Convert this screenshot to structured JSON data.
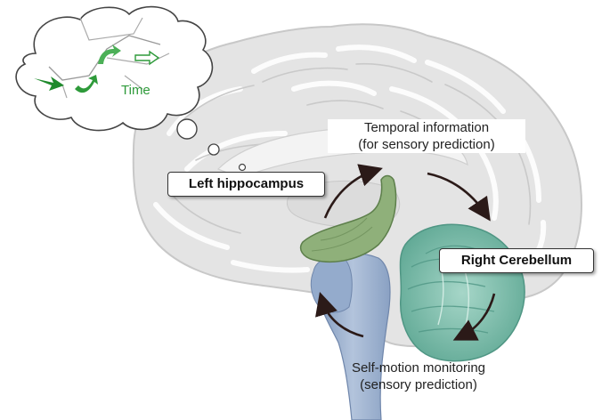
{
  "thought_bubble": {
    "label": "Time"
  },
  "labels": {
    "hippocampus": "Left hippocampus",
    "cerebellum": "Right Cerebellum"
  },
  "annotations": {
    "temporal": {
      "line1": "Temporal information",
      "line2": "(for sensory prediction)"
    },
    "selfmotion": {
      "line1": "Self-motion monitoring",
      "line2": "(sensory prediction)"
    }
  },
  "colors": {
    "brain": "#e4e4e4",
    "brain_outline": "#c8c8c8",
    "hippocampus": "#8fb07a",
    "cerebellum": "#7fbfae",
    "brainstem": "#9fb3cf",
    "arrow": "#2b1a18",
    "time_green": "#2e9a3a"
  }
}
